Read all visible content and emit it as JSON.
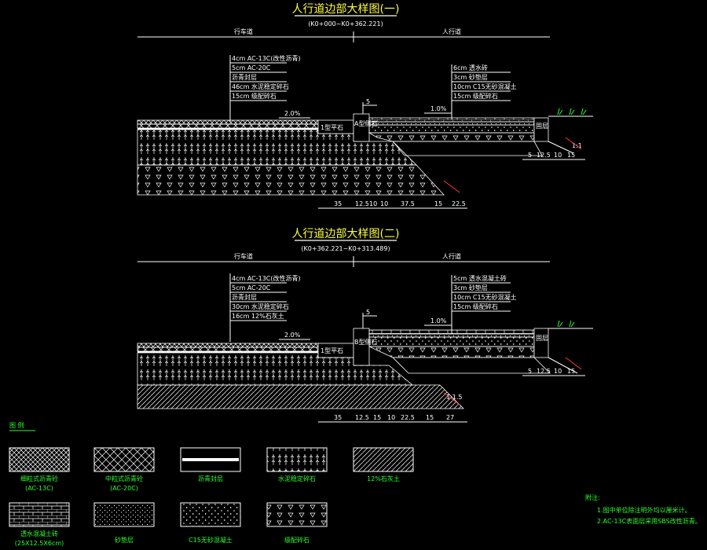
{
  "title1": "人行道边部大样图(一)",
  "range1": "(K0+000~K0+362.221)",
  "title2": "人行道边部大样图(二)",
  "range2": "(K0+362.221~K0+313.489)",
  "carriageway": "行车道",
  "sidewalk": "人行道",
  "d1": {
    "road_layers": [
      "4cm AC-13C(改性沥青)",
      "5cm AC-20C",
      "沥青封层",
      "46cm 水泥稳定碎石",
      "15cm 级配碎石"
    ],
    "walk_layers": [
      "6cm 透水砖",
      "3cm 砂垫层",
      "10cm C15无砂混凝土",
      "15cm 级配碎石"
    ],
    "slope_road": "2.0%",
    "slope_walk": "1.0%",
    "dim_top": "5",
    "curb": "1型平石",
    "edge_curb": "A型侧石",
    "fence": "固层",
    "dims_bottom": [
      "35",
      "12.5",
      "10",
      "10",
      "37.5",
      "15",
      "22.5"
    ],
    "dims_right": [
      "5",
      "12.5",
      "10",
      "15"
    ],
    "slope_ratio": "1:1"
  },
  "d2": {
    "road_layers": [
      "4cm AC-13C(改性沥青)",
      "5cm AC-20C",
      "沥青封层",
      "30cm 水泥稳定碎石",
      "16cm 12%石灰土"
    ],
    "walk_layers": [
      "5cm 透水混凝土砖",
      "3cm 砂垫层",
      "10cm C15无砂混凝土",
      "15cm 级配碎石"
    ],
    "slope_road": "2.0%",
    "slope_walk": "1.0%",
    "dim_top": "5",
    "curb": "1型平石",
    "edge_curb": "B型侧石",
    "fence": "固层",
    "dims_bottom": [
      "35",
      "12.5",
      "15",
      "10",
      "22.5",
      "15",
      "27"
    ],
    "dims_right": [
      "5",
      "12.5",
      "10",
      "15"
    ],
    "slope_ratio": "1:1.5"
  },
  "legend_title": "图 例",
  "legend": [
    {
      "label": "细粒式沥青砼",
      "sub": "(AC-13C)"
    },
    {
      "label": "中粒式沥青砼",
      "sub": "(AC-20C)"
    },
    {
      "label": "沥青封层",
      "sub": ""
    },
    {
      "label": "水泥稳定碎石",
      "sub": ""
    },
    {
      "label": "12%石灰土",
      "sub": ""
    },
    {
      "label": "透水混凝土砖",
      "sub": "(25X12.5X6cm)"
    },
    {
      "label": "砂垫层",
      "sub": ""
    },
    {
      "label": "C15无砂混凝土",
      "sub": ""
    },
    {
      "label": "级配碎石",
      "sub": ""
    }
  ],
  "notes_title": "附注:",
  "notes": [
    "1.图中单位除注明外均以厘米计。",
    "2.AC-13C表面层采用SBS改性沥青。"
  ]
}
